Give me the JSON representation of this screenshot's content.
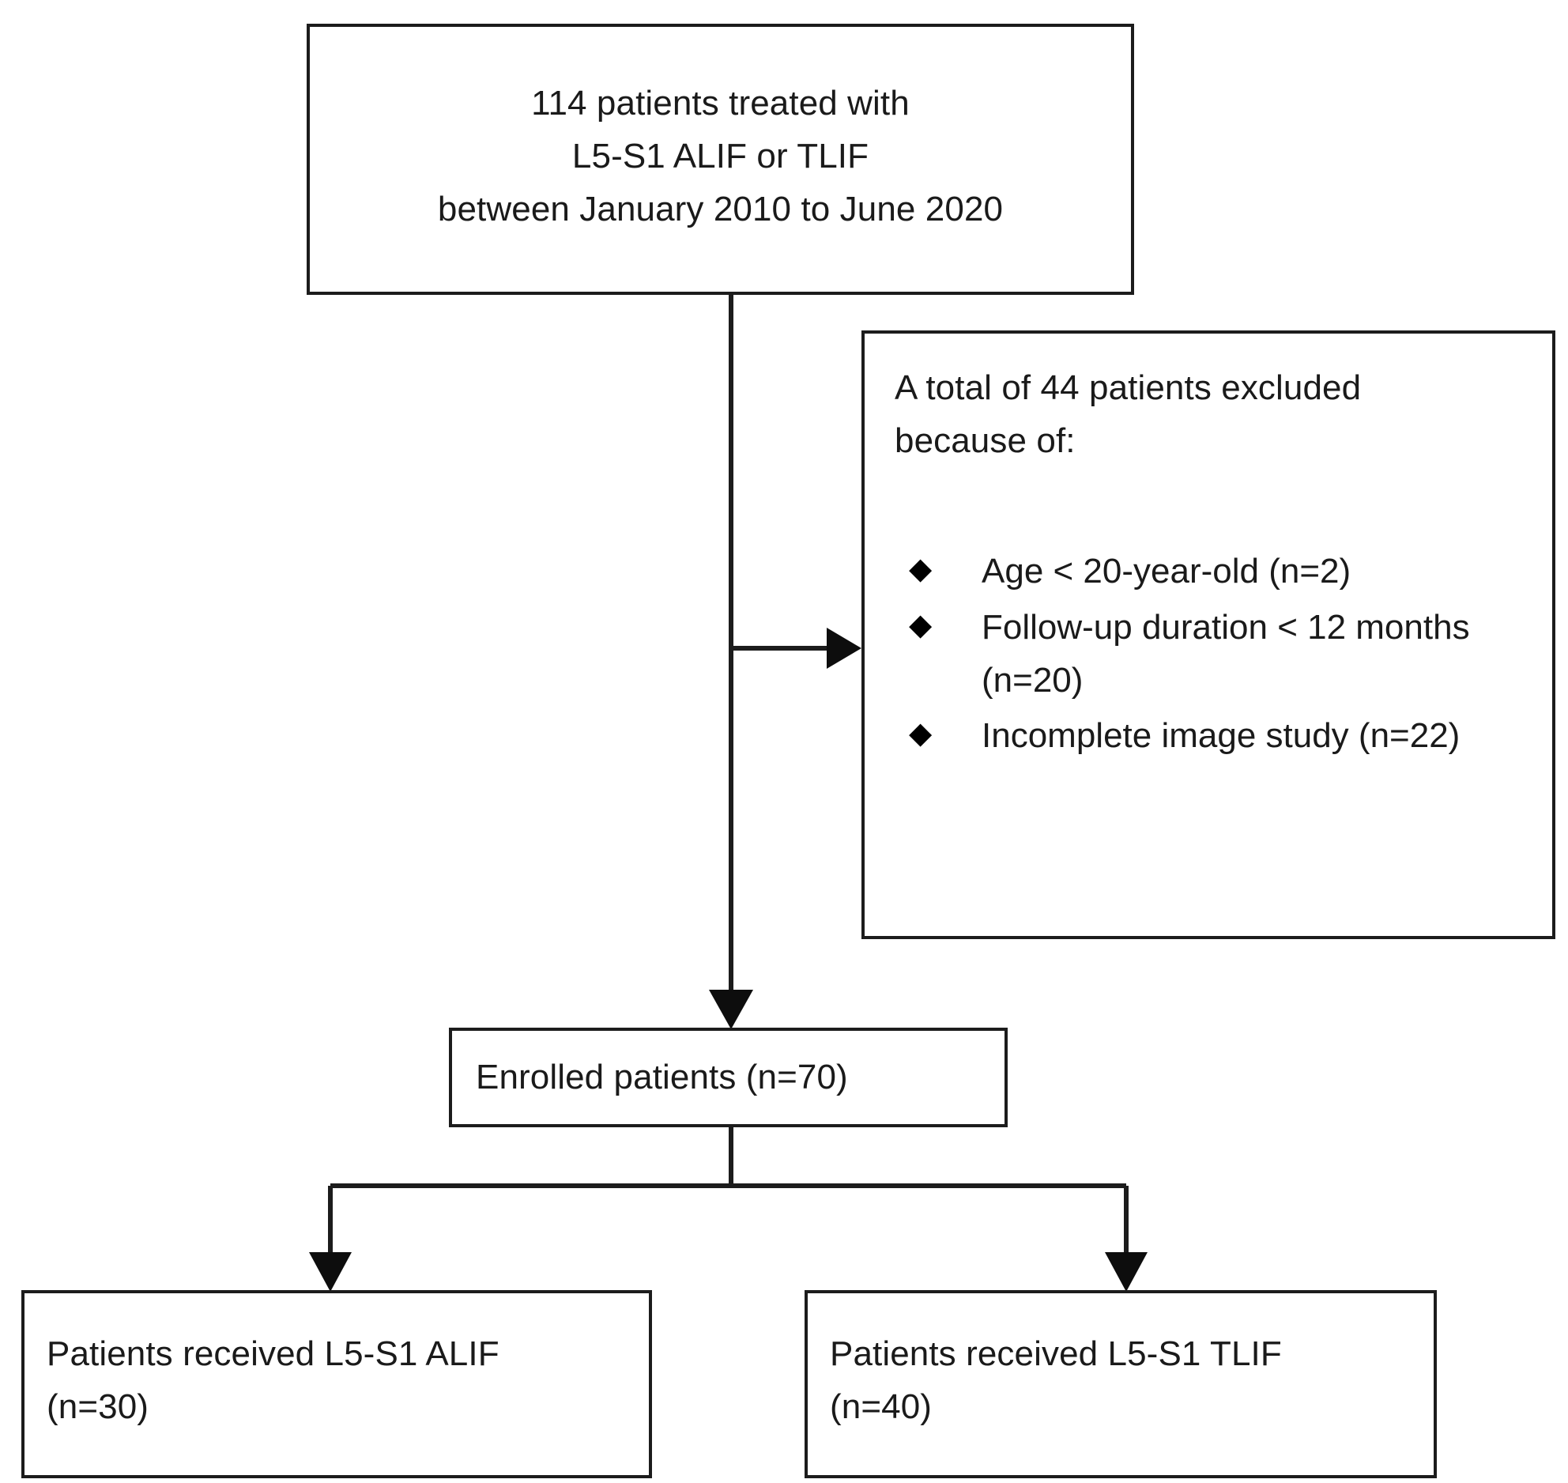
{
  "figure": {
    "type": "flowchart",
    "orientation": "top-down",
    "accent_color": "#1c1c1c",
    "background_color": "#ffffff"
  },
  "nodes": {
    "source": {
      "name": "source-population",
      "lines": [
        "114 patients treated with",
        "L5-S1 ALIF or TLIF",
        "between January 2010 to June 2020"
      ],
      "count": 114
    },
    "exclusion": {
      "name": "excluded-patients",
      "heading": "A total of 44 patients excluded",
      "heading_cont": "because of:",
      "count": 44,
      "bullet_marker": "◆",
      "items": [
        {
          "label": "Age < 20-year-old (n=2)",
          "count": 2
        },
        {
          "label": "Follow-up duration < 12 months (n=20)",
          "count": 20
        },
        {
          "label": "Incomplete image study (n=22)",
          "count": 22
        }
      ]
    },
    "enrolled": {
      "name": "enrolled-patients",
      "label": "Enrolled patients (n=70)",
      "count": 70
    },
    "alif": {
      "name": "alif-arm",
      "line1": "Patients received L5-S1 ALIF",
      "line2": "(n=30)",
      "count": 30
    },
    "tlif": {
      "name": "tlif-arm",
      "line1": "Patients received L5-S1 TLIF",
      "line2": "(n=40)",
      "count": 40
    }
  },
  "edges": [
    {
      "from": "source",
      "to": "enrolled",
      "style": "vertical-arrow"
    },
    {
      "from": "source",
      "to": "exclusion",
      "style": "horizontal-arrow"
    },
    {
      "from": "enrolled",
      "to": "alif",
      "style": "split-arrow"
    },
    {
      "from": "enrolled",
      "to": "tlif",
      "style": "split-arrow"
    }
  ]
}
